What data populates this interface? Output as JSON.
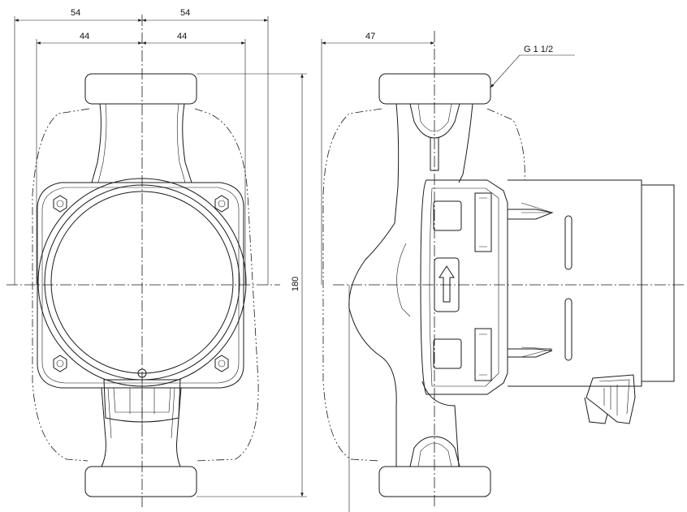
{
  "dimensions": {
    "front_outer_left": "54",
    "front_outer_right": "54",
    "front_inner_left": "44",
    "front_inner_right": "44",
    "height": "180",
    "side_offset": "47",
    "thread": "G 1 1/2"
  },
  "colors": {
    "line": "#1a1a1a",
    "background": "#ffffff"
  }
}
